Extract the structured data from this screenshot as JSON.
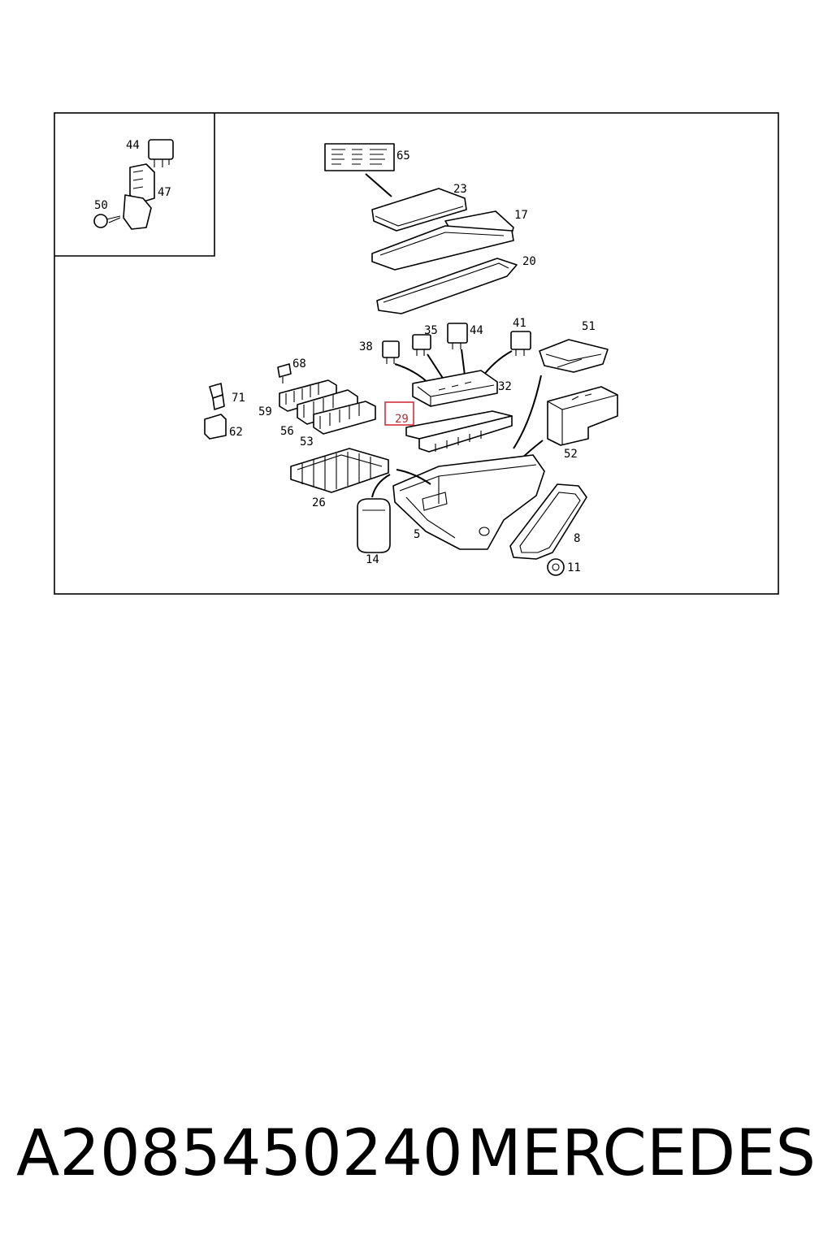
{
  "callouts": {
    "c44a": "44",
    "c47": "47",
    "c50": "50",
    "c65": "65",
    "c23": "23",
    "c17": "17",
    "c20": "20",
    "c38": "38",
    "c35": "35",
    "c44b": "44",
    "c41": "41",
    "c51": "51",
    "c32": "32",
    "c68": "68",
    "c71": "71",
    "c59": "59",
    "c62": "62",
    "c56": "56",
    "c53": "53",
    "c29": "29",
    "c52": "52",
    "c26": "26",
    "c5": "5",
    "c8": "8",
    "c14": "14",
    "c11": "11"
  },
  "highlight": {
    "callout": "29",
    "color": "#d0313c"
  },
  "caption": {
    "part_number": "A2085450240",
    "brand": "MERCEDES"
  }
}
